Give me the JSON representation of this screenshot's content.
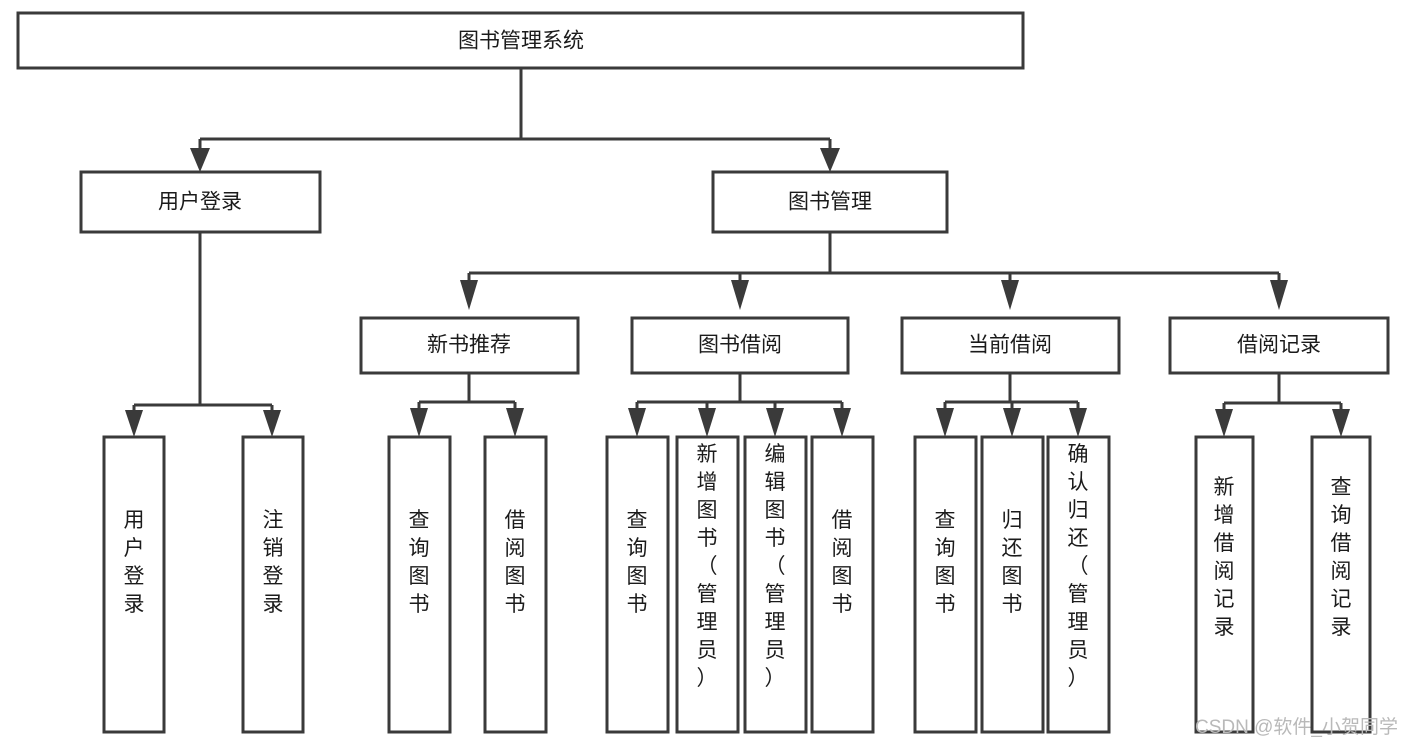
{
  "diagram": {
    "title": "图书管理系统",
    "type": "tree-structure-chart",
    "orientation": "top-down",
    "colors": {
      "stroke": "#3a3a3a",
      "box_fill": "#ffffff",
      "text": "#1b1b1b",
      "background": "#ffffff",
      "watermark": "#b9b9b9"
    },
    "levels": [
      {
        "level": 1,
        "nodes": [
          {
            "id": "root",
            "label": "图书管理系统",
            "orientation": "horizontal"
          }
        ]
      },
      {
        "level": 2,
        "nodes": [
          {
            "id": "login",
            "label": "用户登录",
            "orientation": "horizontal",
            "parent": "root"
          },
          {
            "id": "bookmgmt",
            "label": "图书管理",
            "orientation": "horizontal",
            "parent": "root"
          }
        ]
      },
      {
        "level": 3,
        "nodes": [
          {
            "id": "newbook",
            "label": "新书推荐",
            "orientation": "horizontal",
            "parent": "bookmgmt"
          },
          {
            "id": "borrow",
            "label": "图书借阅",
            "orientation": "horizontal",
            "parent": "bookmgmt"
          },
          {
            "id": "current",
            "label": "当前借阅",
            "orientation": "horizontal",
            "parent": "bookmgmt"
          },
          {
            "id": "records",
            "label": "借阅记录",
            "orientation": "horizontal",
            "parent": "bookmgmt"
          }
        ]
      },
      {
        "level": 4,
        "nodes": [
          {
            "id": "leaf-user-login",
            "label": "用户登录",
            "orientation": "vertical",
            "parent": "login"
          },
          {
            "id": "leaf-user-logout",
            "label": "注销登录",
            "orientation": "vertical",
            "parent": "login"
          },
          {
            "id": "leaf-query-book-1",
            "label": "查询图书",
            "orientation": "vertical",
            "parent": "newbook"
          },
          {
            "id": "leaf-borrow-book-1",
            "label": "借阅图书",
            "orientation": "vertical",
            "parent": "newbook"
          },
          {
            "id": "leaf-query-book-2",
            "label": "查询图书",
            "orientation": "vertical",
            "parent": "borrow"
          },
          {
            "id": "leaf-add-book",
            "label": "新增图书（管理员）",
            "orientation": "vertical",
            "parent": "borrow"
          },
          {
            "id": "leaf-edit-book",
            "label": "编辑图书（管理员）",
            "orientation": "vertical",
            "parent": "borrow"
          },
          {
            "id": "leaf-borrow-book-2",
            "label": "借阅图书",
            "orientation": "vertical",
            "parent": "borrow"
          },
          {
            "id": "leaf-query-book-3",
            "label": "查询图书",
            "orientation": "vertical",
            "parent": "current"
          },
          {
            "id": "leaf-return-book",
            "label": "归还图书",
            "orientation": "vertical",
            "parent": "current"
          },
          {
            "id": "leaf-confirm-return",
            "label": "确认归还（管理员）",
            "orientation": "vertical",
            "parent": "current"
          },
          {
            "id": "leaf-add-record",
            "label": "新增借阅记录",
            "orientation": "vertical",
            "parent": "records"
          },
          {
            "id": "leaf-query-record",
            "label": "查询借阅记录",
            "orientation": "vertical",
            "parent": "records"
          }
        ]
      }
    ]
  },
  "watermark": {
    "text": "CSDN @软件_小贺同学"
  }
}
